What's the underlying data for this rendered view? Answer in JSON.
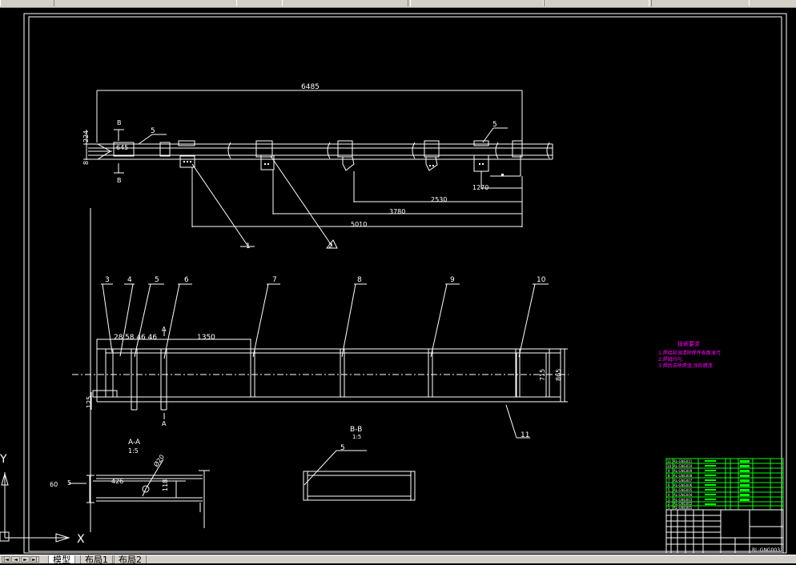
{
  "window": {
    "toolbar_tabs": [
      "",
      "",
      "",
      "",
      ""
    ]
  },
  "colors": {
    "background": "#000000",
    "line": "#ffffff",
    "notes_text": "#ff00ff",
    "table_line": "#00ff00"
  },
  "drawing": {
    "top_view": {
      "dim_overall": "6485",
      "dim_height": "224",
      "dim_small": "8",
      "dim_inner": "645",
      "dim_1270": "1270",
      "dim_2530": "2530",
      "dim_3780": "3780",
      "dim_5010": "5010",
      "section_mark_b_top": "B",
      "section_mark_b_bottom": "B",
      "weld_symbol_left": "5",
      "weld_symbol_right": "5",
      "callout_1": "1",
      "callout_2": "2"
    },
    "front_view": {
      "callouts": [
        "3",
        "4",
        "5",
        "6",
        "7",
        "8",
        "9",
        "10",
        "11"
      ],
      "dim_1350": "1350",
      "dim_small_chain": "28",
      "dim_chain_rest": "58 46 46",
      "dim_715": "715",
      "dim_865": "865",
      "dim_125": "125",
      "section_mark_a_top": "A",
      "section_mark_a_bottom": "A"
    },
    "section_aa": {
      "title": "A-A",
      "scale": "1:5",
      "dim_426": "426",
      "dim_60": "60",
      "dim_118": "118",
      "dim_angle": "Ø20",
      "weld": "5"
    },
    "section_bb": {
      "title": "B-B",
      "scale": "1:5",
      "weld": "5"
    },
    "notes": {
      "heading": "技術要求",
      "lines": [
        "1.焊接前須清除焊件表面油污.",
        "2.焊縫均勻.",
        "3.焊后去除焊渣,涂防銹漆."
      ]
    },
    "title_block": {
      "drawing_number": "RL-GNG003",
      "bom_rows": [
        [
          "11",
          "RL-GNG011"
        ],
        [
          "10",
          "RL-GNG010"
        ],
        [
          "9",
          "RL-GNG009"
        ],
        [
          "8",
          "RL-GNG008"
        ],
        [
          "7",
          "RL-GNG007"
        ],
        [
          "6",
          "RL-GNG006"
        ],
        [
          "5",
          "RL-GNG005"
        ],
        [
          "4",
          "RL-GNG004"
        ],
        [
          "3",
          "RL-GNG003"
        ],
        [
          "2",
          "RL-GNG002"
        ],
        [
          "1",
          "RL-GNG001"
        ]
      ]
    },
    "ucs": {
      "x_label": "X",
      "y_label": "Y"
    }
  },
  "layout_tabs": {
    "nav_buttons": [
      "|◄",
      "◄",
      "►",
      "►|"
    ],
    "tabs": [
      {
        "label": "模型",
        "active": true
      },
      {
        "label": "布局1",
        "active": false
      },
      {
        "label": "布局2",
        "active": false
      }
    ]
  }
}
